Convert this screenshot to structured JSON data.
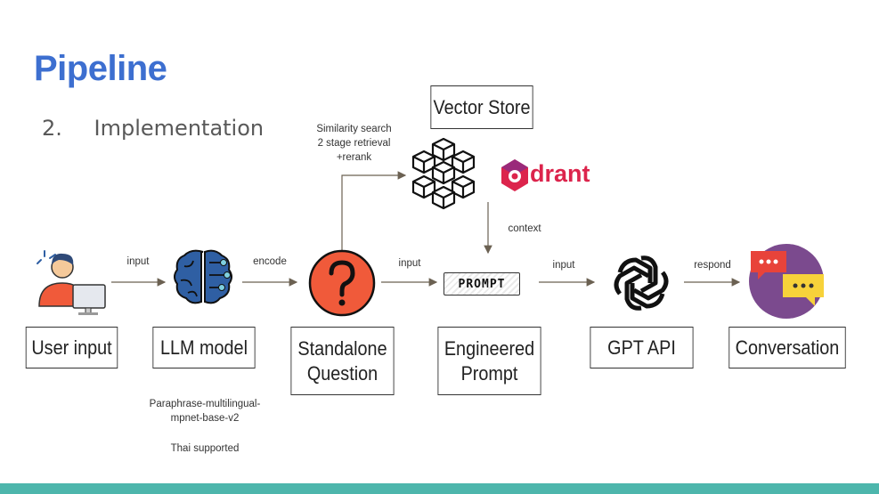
{
  "slide": {
    "title": "Pipeline",
    "section_number": "2.",
    "section_title": "Implementation"
  },
  "nodes": {
    "user_input": "User input",
    "llm_model": "LLM model",
    "standalone_question_line1": "Standalone",
    "standalone_question_line2": "Question",
    "engineered_prompt_line1": "Engineered",
    "engineered_prompt_line2": "Prompt",
    "gpt_api": "GPT API",
    "conversation": "Conversation",
    "vector_store": "Vector Store"
  },
  "edge_labels": {
    "input_1": "input",
    "encode": "encode",
    "input_2": "input",
    "input_3": "input",
    "respond": "respond",
    "context": "context"
  },
  "notes": {
    "similarity_line1": "Similarity search",
    "similarity_line2": "2 stage retrieval",
    "similarity_line3": "+rerank",
    "model_line1": "Paraphrase-multilingual-",
    "model_line2": "mpnet-base-v2",
    "model_line3": "Thai supported"
  },
  "icons": {
    "prompt_tag": "PROMPT",
    "qdrant_logo_text": "drant"
  },
  "colors": {
    "title": "#3d6fd0",
    "accent_bar": "#4db6ac",
    "question_circle": "#f05a3a",
    "brain": "#2f5fa3",
    "conversation_circle": "#7b4a8e",
    "qdrant": "#dc244c"
  }
}
